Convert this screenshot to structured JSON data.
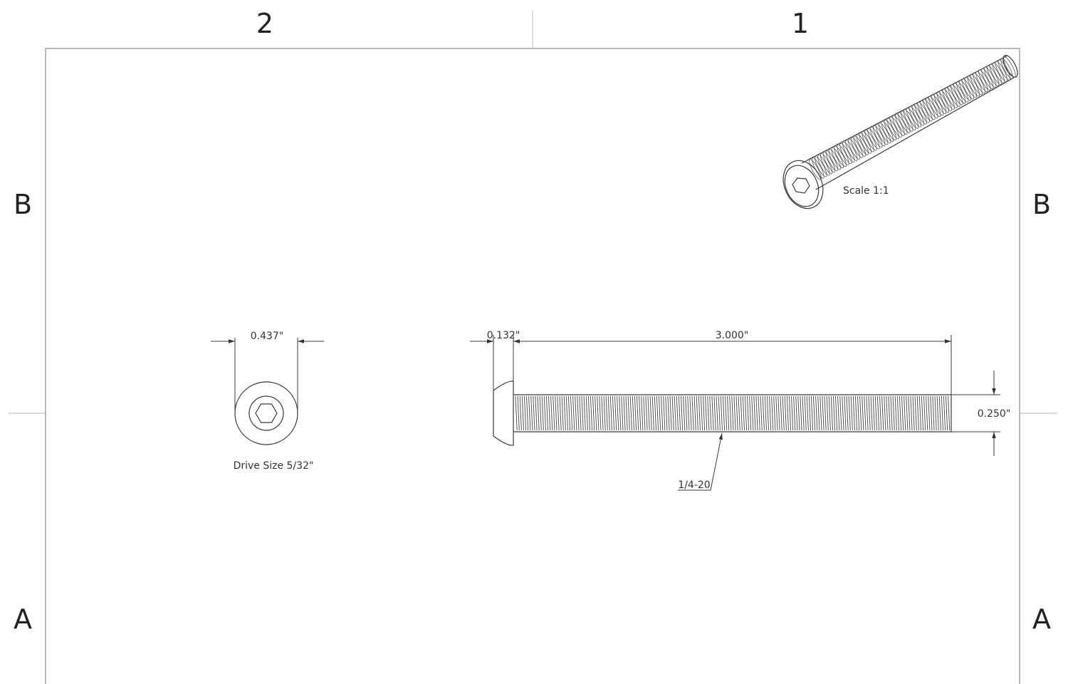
{
  "zones": {
    "col_left": "2",
    "col_right": "1",
    "row_top_left": "B",
    "row_top_right": "B",
    "row_bottom_left": "A",
    "row_bottom_right": "A"
  },
  "iso_view": {
    "scale_label": "Scale 1:1"
  },
  "end_view": {
    "diameter_label": "0.437\"",
    "drive_label": "Drive Size 5/32\""
  },
  "side_view": {
    "head_height_label": "0.132\"",
    "length_label": "3.000\"",
    "shank_diameter_label": "0.250\"",
    "thread_label": "1/4-20"
  }
}
